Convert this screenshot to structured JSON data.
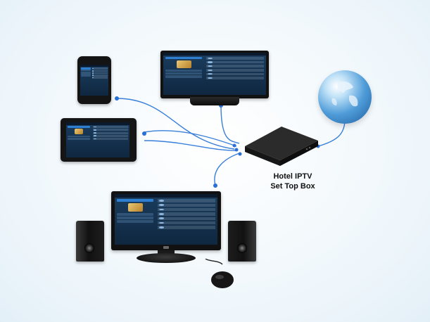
{
  "diagram": {
    "stb_label_line1": "Hotel IPTV",
    "stb_label_line2": "Set Top Box",
    "colors": {
      "link": "#3a7fd9",
      "node": "#2a6fd6",
      "device_body": "#151515",
      "screen_bg": "#163553",
      "screen_highlight": "#2f7fd1",
      "background": "#f4f9fc"
    },
    "nodes": [
      "smartphone",
      "tv-top",
      "tablet",
      "monitor-bottom",
      "set-top-box",
      "globe-icon",
      "speaker-left",
      "speaker-right",
      "mouse"
    ]
  }
}
